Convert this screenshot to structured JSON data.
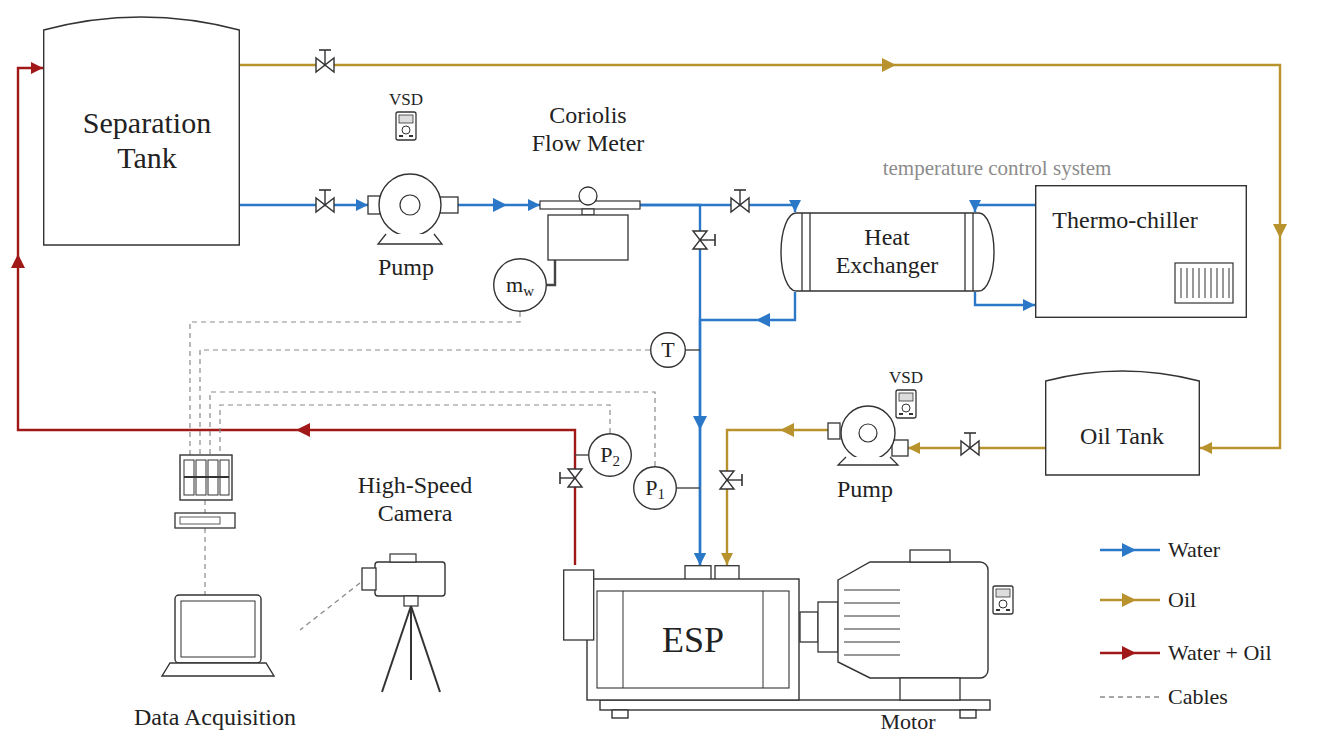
{
  "diagram": {
    "nodes": [
      {
        "text": [
          "Separation Tank"
        ]
      },
      {
        "text": [
          "Pump"
        ]
      },
      {
        "text": [
          "Coriolis Flow Meter"
        ]
      },
      {
        "text": [
          "Heat Exchanger"
        ]
      },
      {
        "text": [
          "Thermo-chiller"
        ]
      },
      {
        "text": [
          "mw"
        ]
      },
      {
        "text": [
          "T"
        ]
      },
      {
        "text": [
          "Oil Tank"
        ]
      },
      {
        "text": [
          "Pump"
        ]
      },
      {
        "text": [
          "P1"
        ]
      },
      {
        "text": [
          "P2"
        ]
      },
      {
        "text": [
          "ESP"
        ]
      },
      {
        "text": [
          "Motor"
        ]
      },
      {
        "text": [
          "High-Speed Camera"
        ]
      },
      {
        "text": [
          "Data Acquisition"
        ]
      }
    ],
    "edges": [
      {
        "from": 0,
        "to": 1,
        "arrow": "to"
      },
      {
        "from": 1,
        "to": 2,
        "arrow": "to"
      },
      {
        "from": 2,
        "to": 3,
        "arrow": "to"
      },
      {
        "from": 3,
        "to": 11,
        "arrow": "to"
      },
      {
        "from": 2,
        "to": 11,
        "arrow": "to"
      },
      {
        "from": 4,
        "to": 3,
        "arrow": "to"
      },
      {
        "from": 3,
        "to": 4,
        "arrow": "to"
      },
      {
        "from": 0,
        "to": 7,
        "arrow": "to"
      },
      {
        "from": 7,
        "to": 8,
        "arrow": "to"
      },
      {
        "from": 8,
        "to": 11,
        "arrow": "to"
      },
      {
        "from": 11,
        "to": 0,
        "arrow": "to"
      },
      {
        "from": 2,
        "to": 5,
        "arrow": "none"
      },
      {
        "from": 13,
        "to": 14,
        "arrow": "none"
      }
    ],
    "labels": [
      "VSD",
      "VSD",
      "temperature control system"
    ],
    "legend": [
      {
        "text": "Water"
      },
      {
        "text": "Oil"
      },
      {
        "text": "Water + Oil"
      },
      {
        "text": "Cables"
      }
    ]
  }
}
